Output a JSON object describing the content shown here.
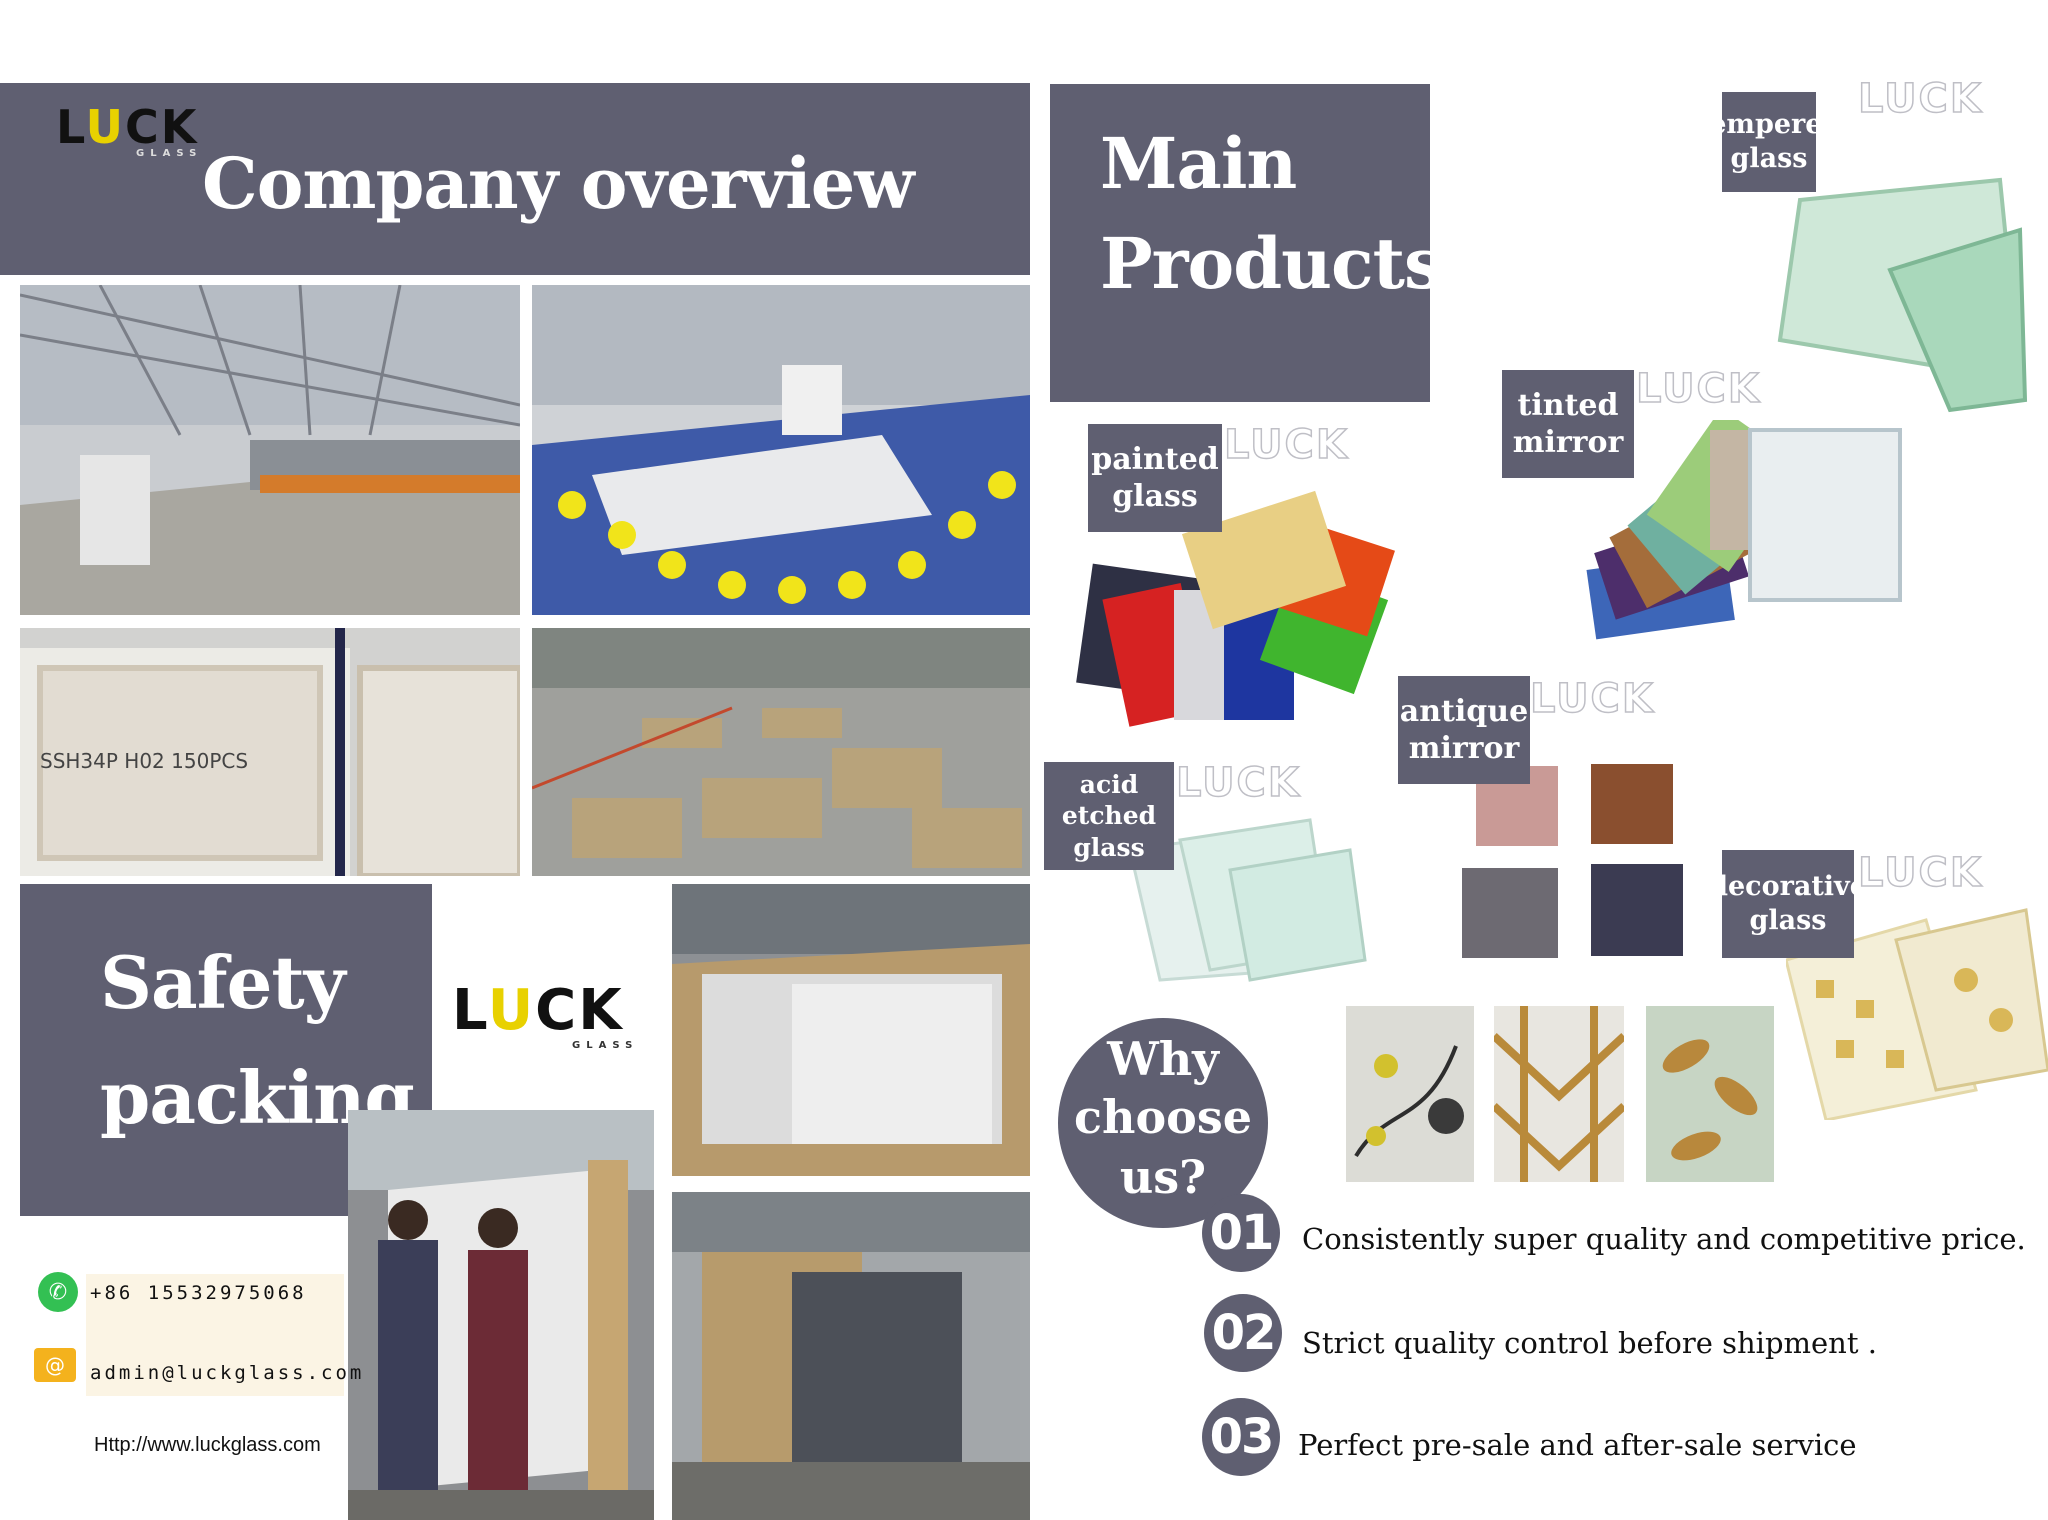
{
  "company_overview": {
    "title": "Company overview"
  },
  "logo": {
    "text": "LUCK",
    "sub": "GLASS"
  },
  "main_products": {
    "title_line1": "Main",
    "title_line2": "Products"
  },
  "products": [
    {
      "line1": "tempered",
      "line2": "glass"
    },
    {
      "line1": "tinted",
      "line2": "mirror"
    },
    {
      "line1": "painted",
      "line2": "glass"
    },
    {
      "line1": "antique",
      "line2": "mirror"
    },
    {
      "line1": "acid etched",
      "line2": "glass"
    },
    {
      "line1": "decorative",
      "line2": "glass"
    }
  ],
  "safety": {
    "line1": "Safety",
    "line2": "packing"
  },
  "why": {
    "line1": "Why",
    "line2": "choose",
    "line3": "us?"
  },
  "reasons": [
    {
      "num": "01",
      "text": "Consistently super quality and competitive price."
    },
    {
      "num": "02",
      "text": "Strict quality control before shipment ."
    },
    {
      "num": "03",
      "text": "Perfect pre-sale and after-sale service"
    }
  ],
  "contact": {
    "phone": "+86 15532975068",
    "email": "admin@luckglass.com",
    "website": "Http://www.luckglass.com"
  },
  "icons": [
    "whatsapp-icon",
    "email-icon"
  ],
  "colors": {
    "panel": "#5f5f71",
    "logo_accent": "#e8d100"
  }
}
